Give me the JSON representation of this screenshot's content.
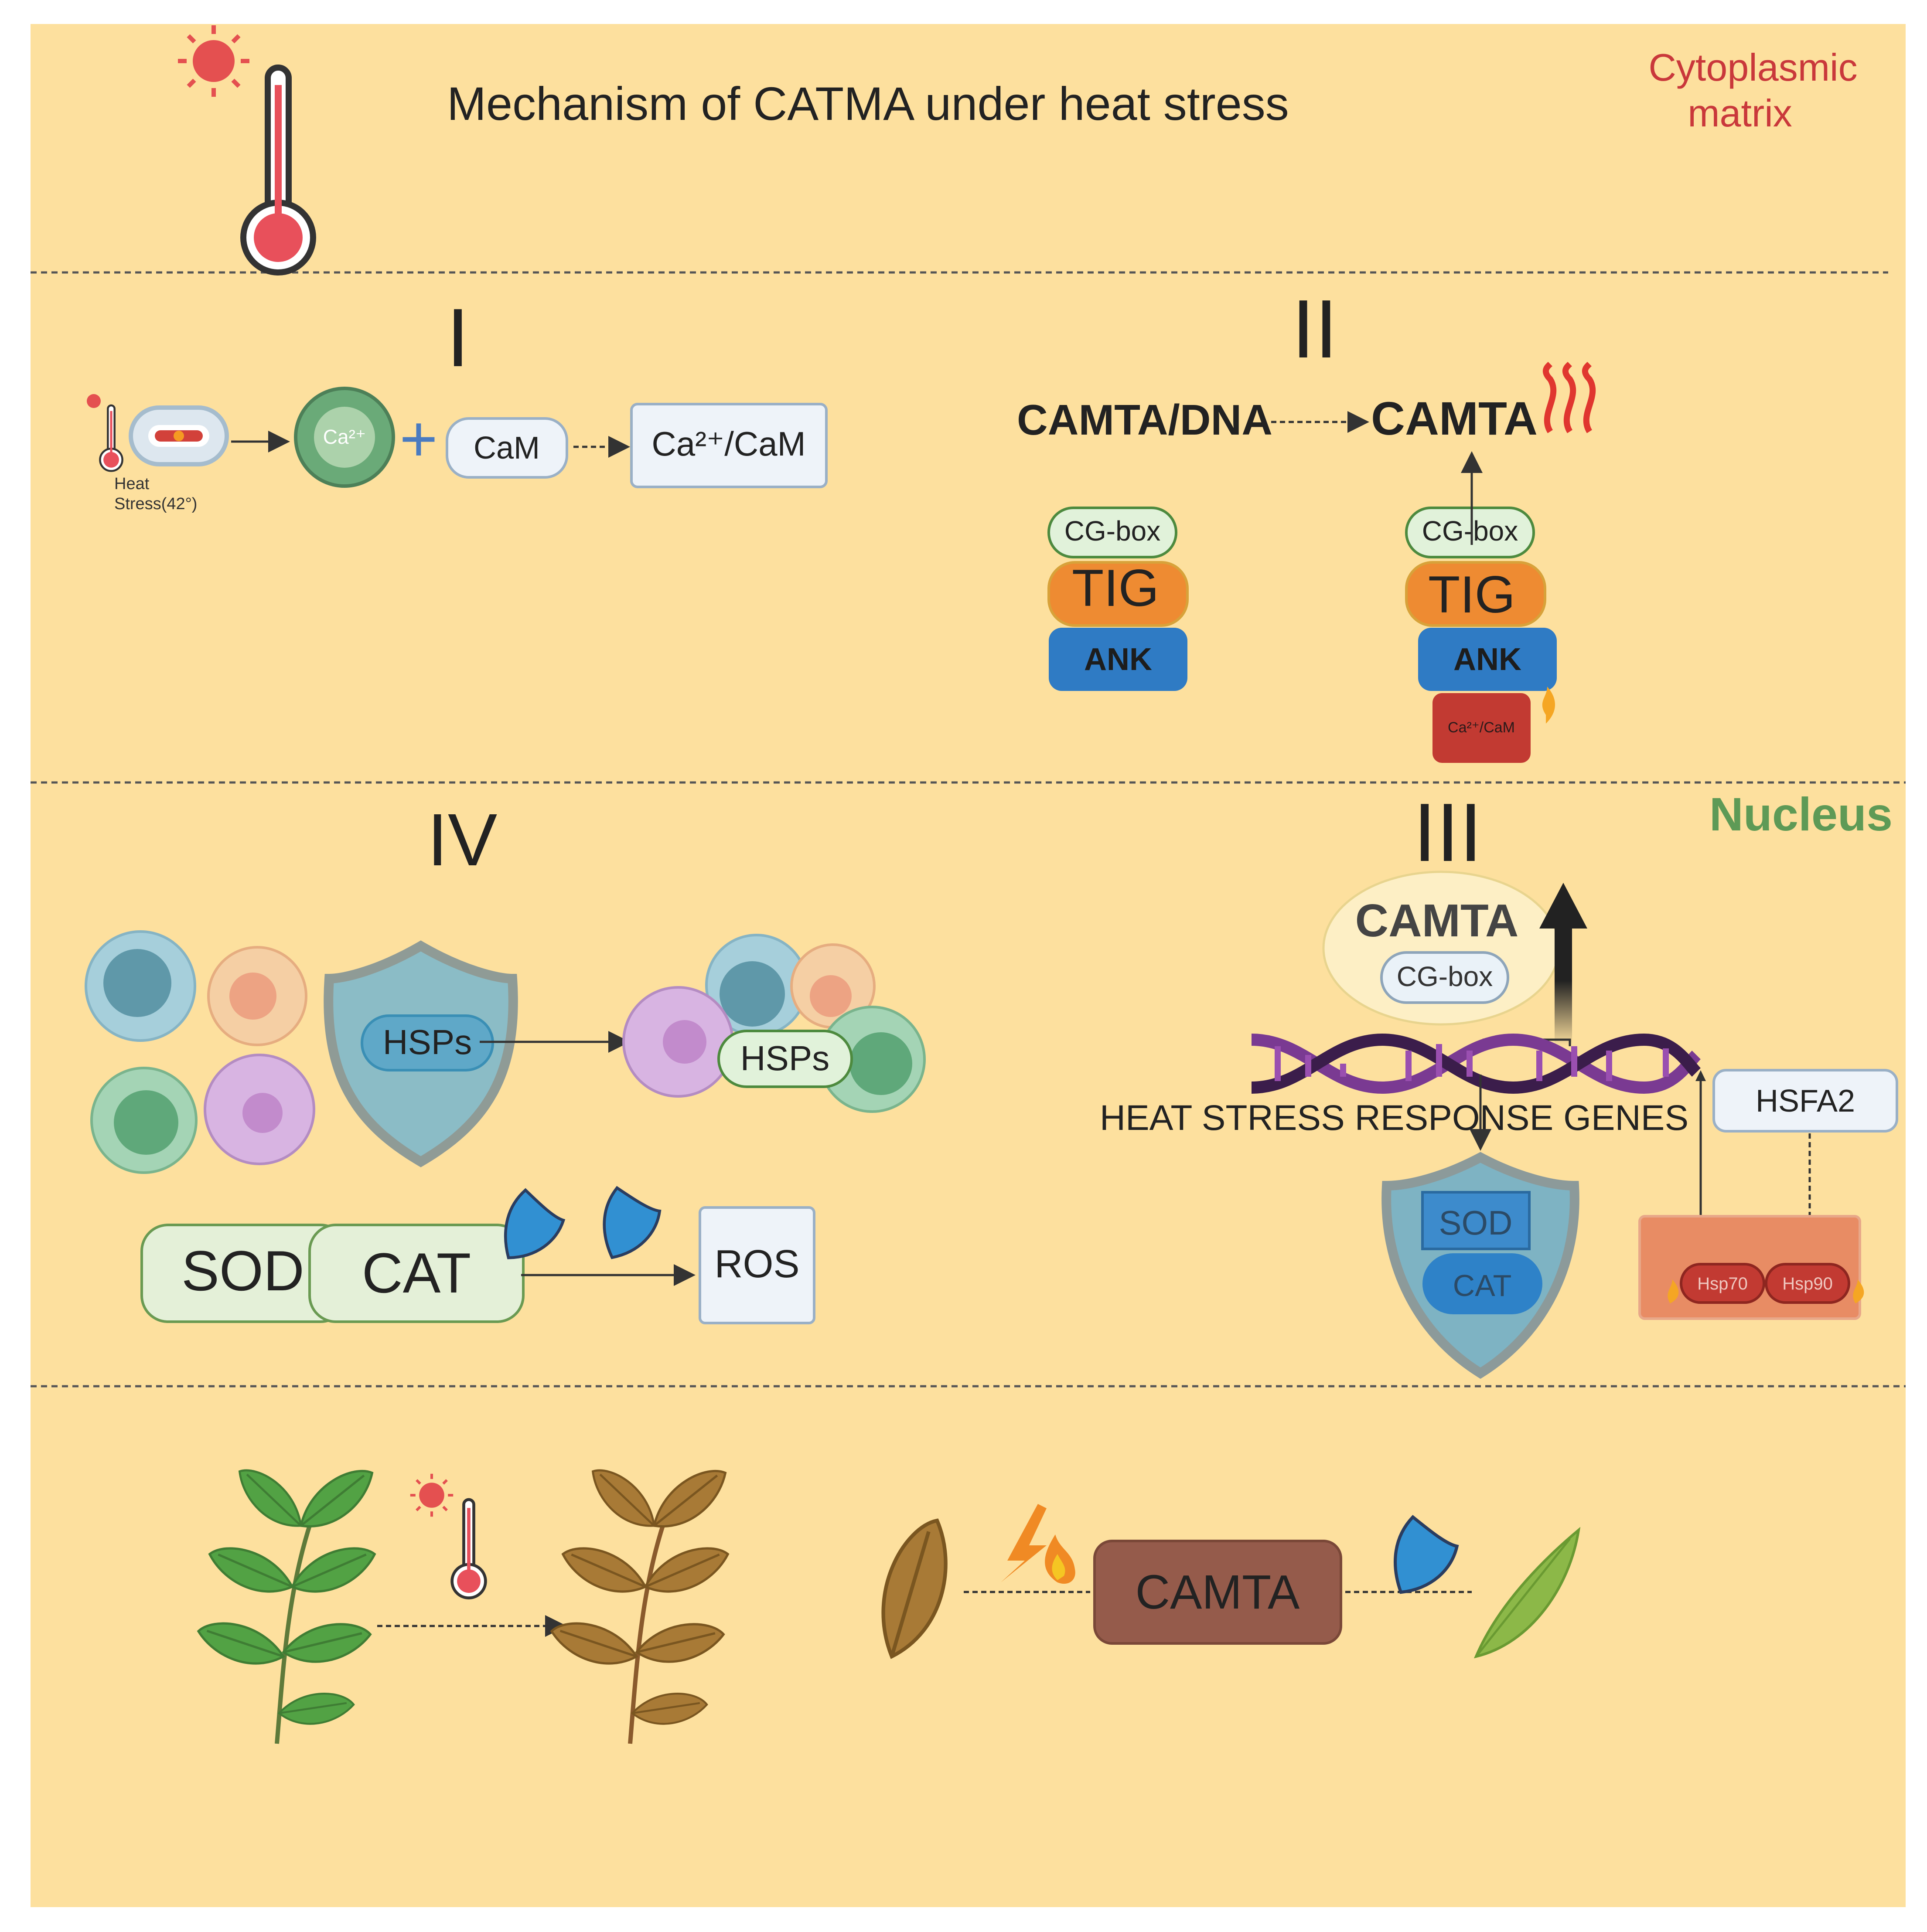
{
  "title": "Mechanism of CATMA under heat stress",
  "region_labels": {
    "cytoplasm": [
      "Cytoplasmic",
      "matrix"
    ],
    "nucleus": "Nucleus"
  },
  "steps": {
    "one": "I",
    "two": "II",
    "three": "III",
    "four": "IV"
  },
  "step1": {
    "heat_label": [
      "Heat",
      "Stress(42°)"
    ],
    "ca_label": "Ca²⁺",
    "plus": "+",
    "cam": "CaM",
    "ca_cam": "Ca²⁺/CaM"
  },
  "step2": {
    "camta_dna": "CAMTA/DNA",
    "camta": "CAMTA",
    "cg_box": "CG-box",
    "tig": "TIG",
    "ank": "ANK",
    "ca_cam_small": "Ca²⁺/CaM"
  },
  "step3": {
    "camta": "CAMTA",
    "cg_box": "CG-box",
    "genes": "HEAT STRESS RESPONSE GENES",
    "hsfa2": "HSFA2",
    "sod": "SOD",
    "cat": "CAT",
    "hsp70": "Hsp70",
    "hsp90": "Hsp90"
  },
  "step4": {
    "hsps": "HSPs",
    "sod": "SOD",
    "cat": "CAT",
    "ros": "ROS"
  },
  "bottom": {
    "camta": "CAMTA"
  },
  "colors": {
    "background": "#fde09e",
    "title_red": "#c9383b",
    "nucleus_green": "#5e9a56",
    "tig_orange": "#ee8b32",
    "ank_blue": "#2f7bc4",
    "ca_cam_red": "#c23a32",
    "camta_brown": "#955b4b",
    "hsp_box": "#e88c64",
    "shield_blue": "#3190d2"
  }
}
